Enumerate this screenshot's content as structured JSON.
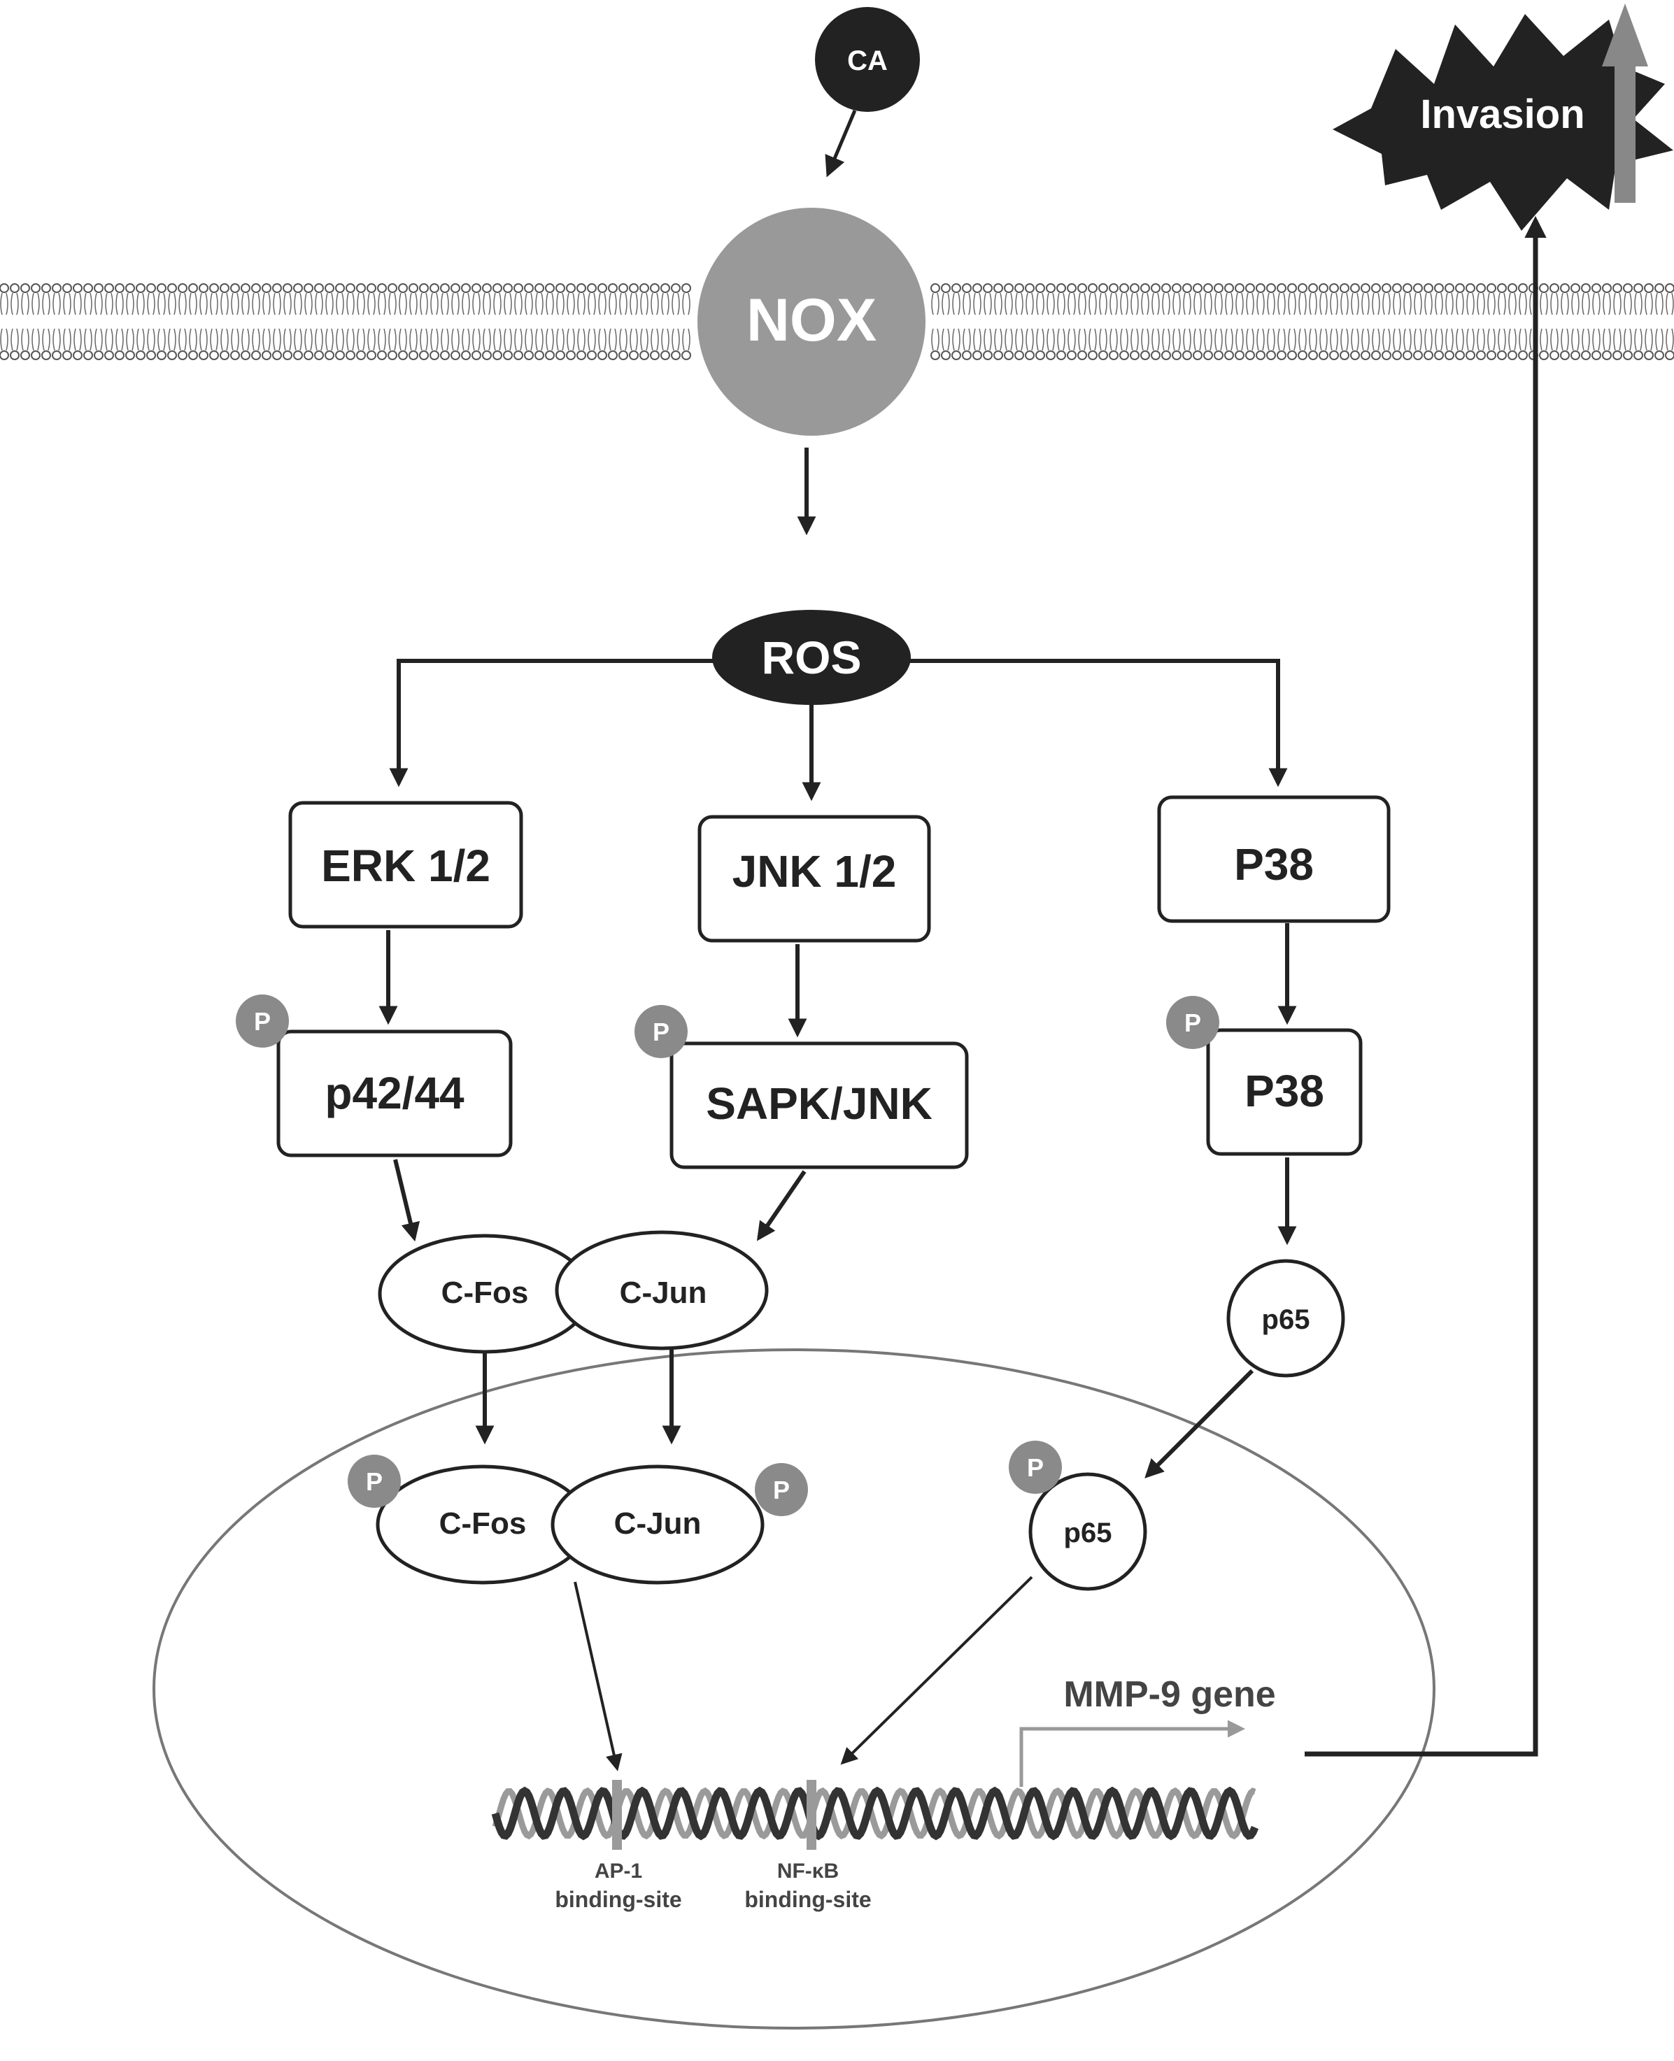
{
  "nodes": {
    "ca": "CA",
    "invasion": "Invasion",
    "nox": "NOX",
    "ros": "ROS",
    "erk": "ERK 1/2",
    "jnk": "JNK 1/2",
    "p38_upper": "P38",
    "p42_44": "p42/44",
    "sapk_jnk": "SAPK/JNK",
    "p38_lower": "P38",
    "cfos_cyto": "C-Fos",
    "cjun_cyto": "C-Jun",
    "p65_cyto": "p65",
    "cfos_nuc": "C-Fos",
    "cjun_nuc": "C-Jun",
    "p65_nuc": "p65"
  },
  "phospho_label": "P",
  "gene": {
    "label": "MMP-9 gene",
    "ap1_site_line1": "AP-1",
    "ap1_site_line2": "binding-site",
    "nfkb_site_line1": "NF-κB",
    "nfkb_site_line2": "binding-site"
  },
  "colors": {
    "dark": "#222222",
    "nox_gray": "#999999",
    "phospho_gray": "#8a8a8a",
    "site_gray": "#9a9a9a",
    "nucleus_stroke": "#777777"
  }
}
